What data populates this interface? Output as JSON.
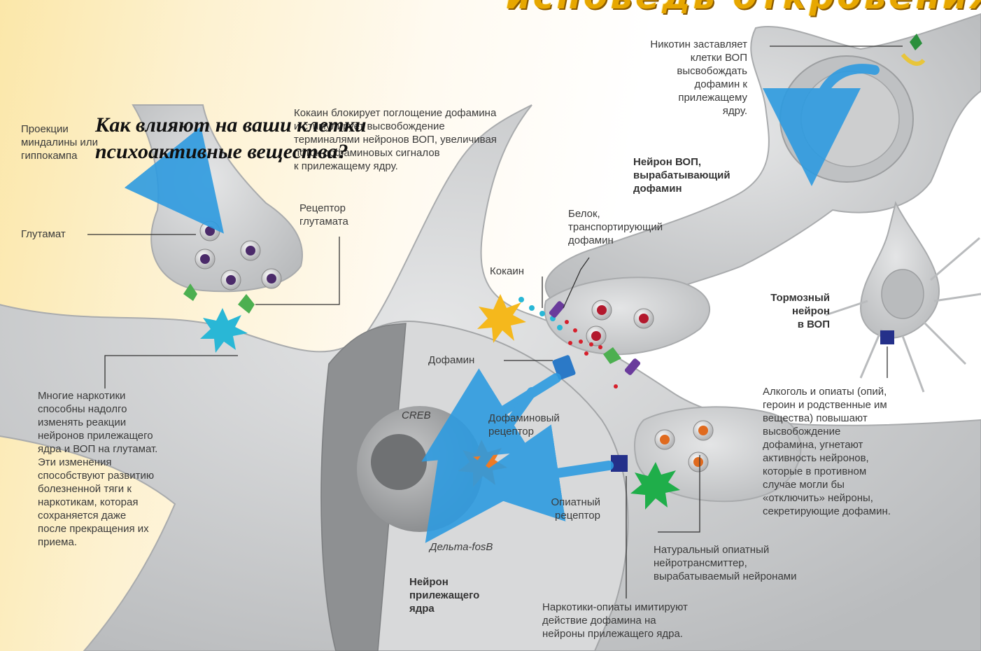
{
  "banner": {
    "text": "исповедь откровения"
  },
  "title": {
    "line1": "Как влияют на ваши клетки",
    "line2": "психоактивные вещества?"
  },
  "labels": {
    "nicotine": "Никотин заставляет\nклетки ВОП\nвысвобождать\nдофамин к\nприлежащему\nядру.",
    "cocaine_blocks": "Кокаин блокирует поглощение дофамина\nи стимулирует высвобождение\nтерминалями нейронов ВОП, увеличивая\nпоток дофаминовых сигналов\nк прилежащему ядру.",
    "projections": "Проекции\nминдалины или\nгиппокампа",
    "vta_neuron": "Нейрон ВОП,\nвырабатывающий\nдофамин",
    "glutamate_receptor": "Рецептор\nглутамата",
    "glutamate": "Глутамат",
    "transport_protein": "Белок,\nтранспортирующий\nдофамин",
    "cocaine": "Кокаин",
    "inhibitory_neuron": "Тормозный\nнейрон\nв ВОП",
    "dopamine": "Дофамин",
    "creb": "CREB",
    "dopamine_receptor": "Дофаминовый\nрецептор",
    "many_drugs": "Многие наркотики\nспособны надолго\nизменять реакции\nнейронов прилежащего\nядра и ВОП на глутамат.\nЭти изменения\nспособствуют развитию\nболезненной тяги к\nнаркотикам, которая\nсохраняется даже\nпосле прекращения их\nприема.",
    "alcohol_opiates": "Алкоголь и опиаты (опий,\nгероин и родственные им\nвещества) повышают\nвысвобождение\nдофамина, угнетают\nактивность нейронов,\nкоторые в противном\nслучае могли бы\n«отключить» нейроны,\nсекретирующие дофамин.",
    "opiate_receptor": "Опиатный\nрецептор",
    "delta_fosb": "Дельта-fosB",
    "natural_opiate": "Натуральный опиатный\nнейротрансмиттер,\nвырабатываемый нейронами",
    "nucleus_neuron": "Нейрон\nприлежащего\nядра",
    "opiate_drugs": "Наркотики-опиаты имитируют\nдействие дофамина на\nнейроны прилежащего ядра."
  },
  "colors": {
    "neuron": "#cfd1d3",
    "neuron_edge": "#a9abad",
    "arrow_blue": "#2e9be0",
    "cocaine_star": "#f5b81c",
    "glutamate_star": "#29b7d6",
    "opiate_star": "#1fae4a",
    "creb_star": "#f07a22"
  }
}
